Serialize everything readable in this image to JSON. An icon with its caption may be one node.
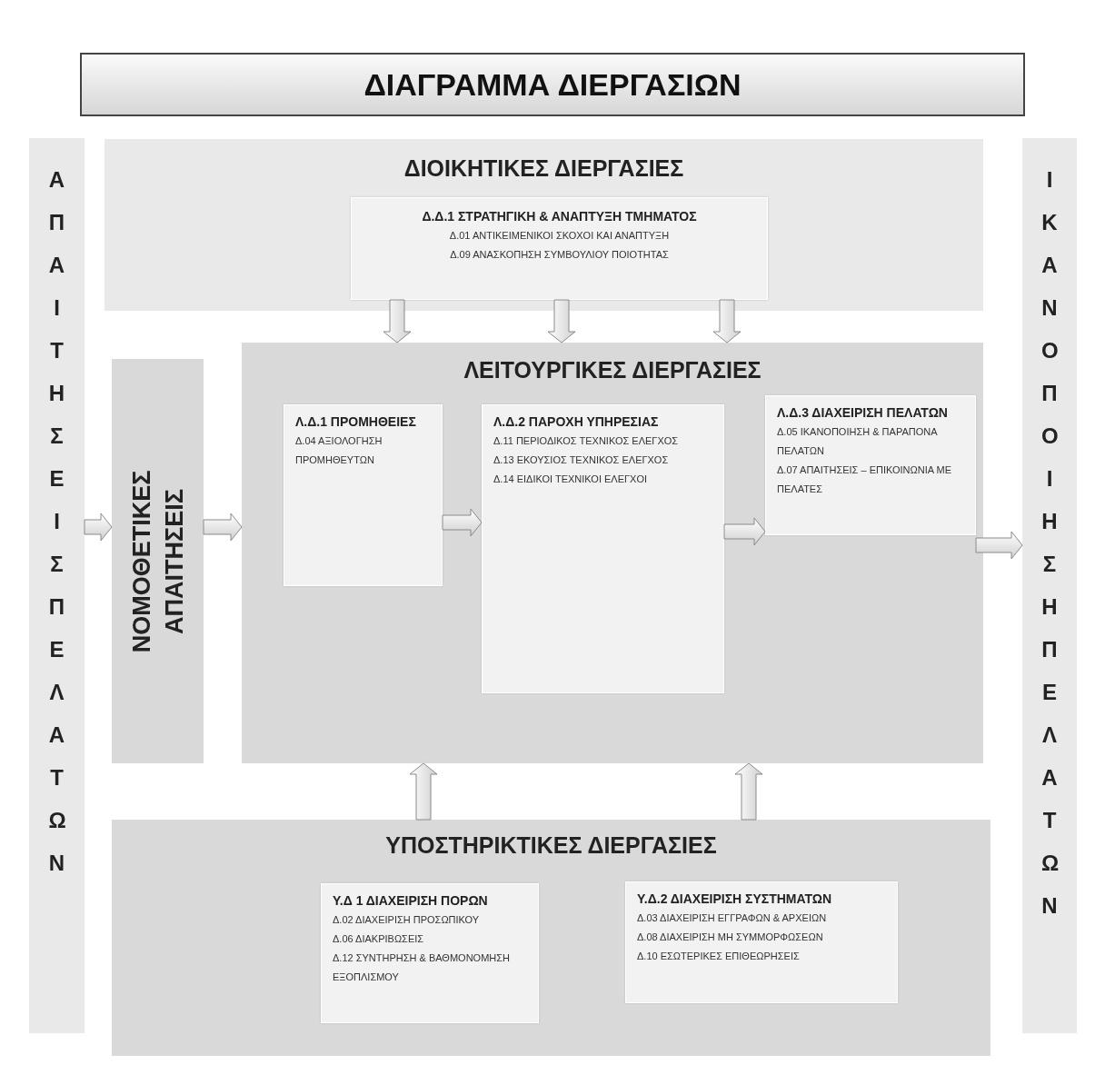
{
  "diagram": {
    "title": "ΔΙΑΓΡΑΜΜΑ ΔΙΕΡΓΑΣΙΩΝ",
    "nodes": [
      {
        "text": [
          "ΑΠΑΙΤΗΣΕΙΣ ΠΕΛΑΤΩΝ"
        ]
      },
      {
        "text": [
          "ΔΙΟΙΚΗΤΙΚΕΣ ΔΙΕΡΓΑΣΙΕΣ"
        ]
      },
      {
        "text": [
          "Δ.Δ.1 ΣΤΡΑΤΗΓΙΚΗ & ΑΝΑΠΤΥΞΗ ΤΜΗΜΑΤΟΣ",
          "Δ.01 ΑΝΤΙΚΕΙΜΕΝΙΚΟΙ ΣΚΟΧΟΙ ΚΑΙ ΑΝΑΠΤΥΞΗ",
          "Δ.09 ΑΝΑΣΚΟΠΗΣΗ ΣΥΜΒΟΥΛΙΟΥ ΠΟΙΟΤΗΤΑΣ"
        ],
        "in": 1
      },
      {
        "text": [
          "ΝΟΜΟΘΕΤΙΚΕΣ ΑΠΑΙΤΗΣΕΙΣ"
        ]
      },
      {
        "text": [
          "ΛΕΙΤΟΥΡΓΙΚΕΣ ΔΙΕΡΓΑΣΙΕΣ"
        ]
      },
      {
        "text": [
          "Λ.Δ.1 ΠΡΟΜΗΘΕΙΕΣ",
          "Δ.04 ΑΞΙΟΛΟΓΗΣΗ ΠΡΟΜΗΘΕΥΤΩΝ"
        ],
        "in": 4
      },
      {
        "text": [
          "Λ.Δ.2 ΠΑΡΟΧΗ ΥΠΗΡΕΣΙΑΣ",
          "Δ.11 ΠΕΡΙΟΔΙΚΟΣ ΤΕΧΝΙΚΟΣ ΕΛΕΓΧΟΣ",
          "Δ.13 ΕΚΟΥΣΙΟΣ ΤΕΧΝΙΚΟΣ ΕΛΕΓΧΟΣ",
          "Δ.14 ΕΙΔΙΚΟΙ ΤΕΧΝΙΚΟΙ ΕΛΕΓΧΟΙ"
        ],
        "in": 4
      },
      {
        "text": [
          "Λ.Δ.3 ΔΙΑΧΕΙΡΙΣΗ ΠΕΛΑΤΩΝ",
          "Δ.05 ΙΚΑΝΟΠΟΙΗΣΗ & ΠΑΡΑΠΟΝΑ ΠΕΛΑΤΩΝ",
          "Δ.07 ΑΠΑΙΤΗΣΕΙΣ – ΕΠΙΚΟΙΝΩΝΙΑ ΜΕ ΠΕΛΑΤΕΣ"
        ],
        "in": 4
      },
      {
        "text": [
          "ΥΠΟΣΤΗΡΙΚΤΙΚΕΣ ΔΙΕΡΓΑΣΙΕΣ"
        ]
      },
      {
        "text": [
          "Υ.Δ 1 ΔΙΑΧΕΙΡΙΣΗ ΠΟΡΩΝ",
          "Δ.02 ΔΙΑΧΕΙΡΙΣΗ ΠΡΟΣΩΠΙΚΟΥ",
          "Δ.06 ΔΙΑΚΡΙΒΩΣΕΙΣ",
          "Δ.12 ΣΥΝΤΗΡΗΣΗ & ΒΑΘΜΟΝΟΜΗΣΗ ΕΞΟΠΛΙΣΜΟΥ"
        ],
        "in": 8
      },
      {
        "text": [
          "Υ.Δ.2 ΔΙΑΧΕΙΡΙΣΗ ΣΥΣΤΗΜΑΤΩΝ",
          "Δ.03 ΔΙΑΧΕΙΡΙΣΗ ΕΓΓΡΑΦΩΝ & ΑΡΧΕΙΩΝ",
          "Δ.08 ΔΙΑΧΕΙΡΙΣΗ ΜΗ ΣΥΜΜΟΡΦΩΣΕΩΝ",
          "Δ.10 ΕΣΩΤΕΡΙΚΕΣ ΕΠΙΘΕΩΡΗΣΕΙΣ"
        ],
        "in": 8
      },
      {
        "text": [
          "ΙΚΑΝΟΠΟΙΗΣΗ ΠΕΛΑΤΩΝ"
        ]
      }
    ],
    "edges": [
      {
        "from": 0,
        "to": 3,
        "arrow": "to"
      },
      {
        "from": 3,
        "to": 4,
        "arrow": "to"
      },
      {
        "from": 5,
        "to": 6,
        "arrow": "to"
      },
      {
        "from": 6,
        "to": 7,
        "arrow": "to"
      },
      {
        "from": 7,
        "to": 11,
        "arrow": "to"
      },
      {
        "from": 2,
        "to": 4,
        "arrow": "to"
      },
      {
        "from": 2,
        "to": 4,
        "arrow": "to"
      },
      {
        "from": 2,
        "to": 4,
        "arrow": "to"
      },
      {
        "from": 8,
        "to": 4,
        "arrow": "to"
      },
      {
        "from": 8,
        "to": 4,
        "arrow": "to"
      }
    ]
  }
}
